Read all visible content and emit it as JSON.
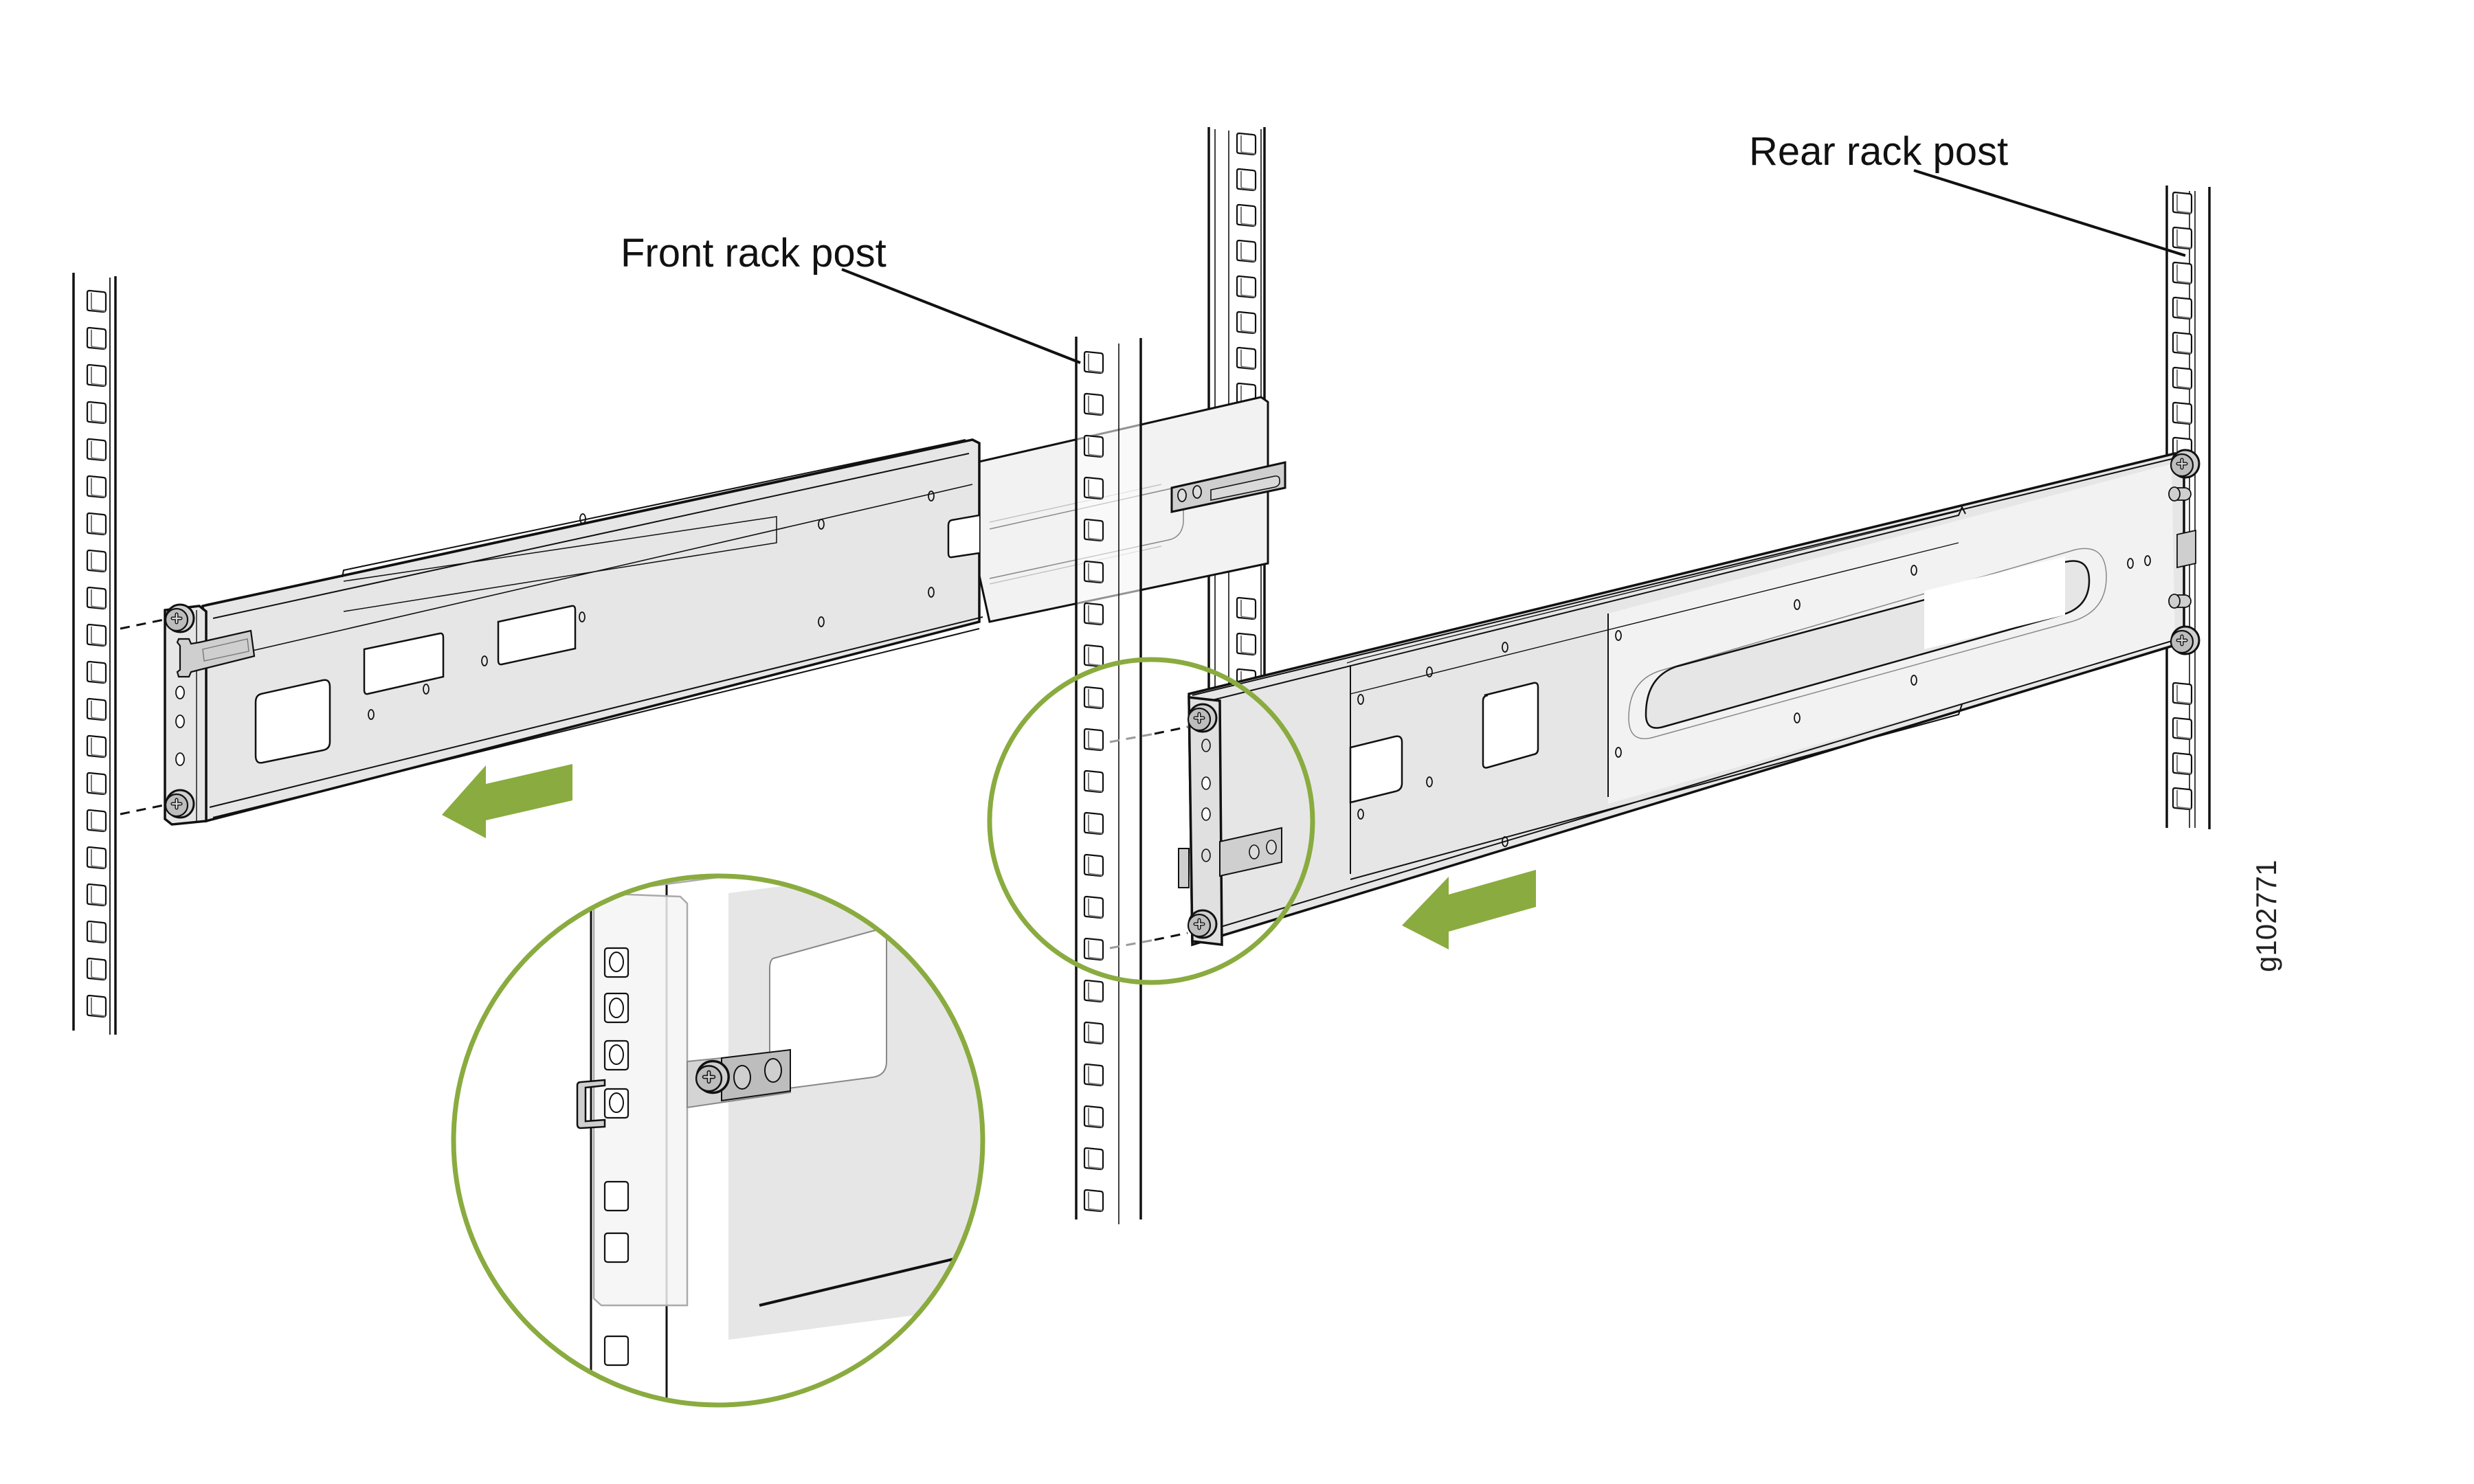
{
  "diagram": {
    "title": "Rack rail installation (front and rear rack posts)",
    "labels": {
      "front_rack_post": "Front rack post",
      "rear_rack_post": "Rear rack post"
    },
    "figure_id": "g102771",
    "colors": {
      "accent_green": "#8aab3f",
      "rail_fill": "#e6e6e6",
      "rail_fill_light": "#f2f2f2",
      "bracket_fill": "#cfcfcf",
      "line": "#111111",
      "ghost_line": "#9a9a9a"
    },
    "components": [
      {
        "id": "left-rack-post",
        "type": "rack-post"
      },
      {
        "id": "front-rack-post",
        "type": "rack-post"
      },
      {
        "id": "rear-left-rack-post",
        "type": "rack-post"
      },
      {
        "id": "rear-rack-post",
        "type": "rack-post"
      },
      {
        "id": "left-mounting-rail",
        "type": "rail"
      },
      {
        "id": "right-mounting-rail",
        "type": "rail"
      }
    ],
    "arrows": [
      {
        "id": "left-rail-direction-arrow",
        "direction": "toward-front"
      },
      {
        "id": "right-rail-direction-arrow",
        "direction": "toward-front"
      }
    ],
    "callouts": [
      {
        "id": "detail-callout-small",
        "shows": "front bracket of right rail at front rack post"
      },
      {
        "id": "detail-callout-large",
        "shows": "magnified front bracket with captive screws and latch"
      }
    ]
  }
}
